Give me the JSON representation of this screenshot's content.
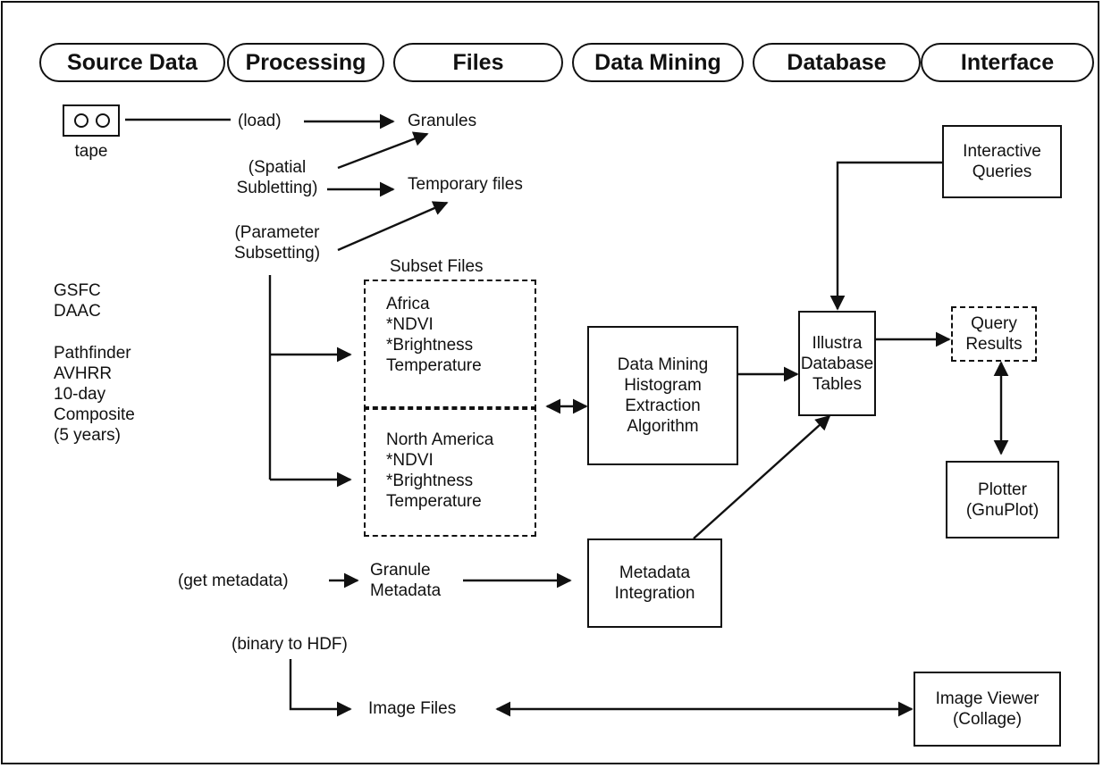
{
  "headers": {
    "source_data": "Source Data",
    "processing": "Processing",
    "files": "Files",
    "data_mining": "Data Mining",
    "database": "Database",
    "interface": "Interface"
  },
  "source": {
    "tape_label": "tape",
    "gsfc": "GSFC\nDAAC",
    "pathfinder": "Pathfinder\nAVHRR\n10-day\nComposite\n(5 years)"
  },
  "processing": {
    "load": "(load)",
    "spatial": "(Spatial\nSubletting)",
    "parameter": "(Parameter\nSubsetting)",
    "get_metadata": "(get metadata)",
    "binary_to_hdf": "(binary to HDF)"
  },
  "files": {
    "granules": "Granules",
    "temporary": "Temporary files",
    "subset_title": "Subset Files",
    "africa": "Africa\n*NDVI\n*Brightness\n Temperature",
    "north_america": "North America\n*NDVI\n*Brightness\n Temperature",
    "granule_metadata": "Granule\nMetadata",
    "image_files": "Image Files"
  },
  "data_mining": {
    "histogram": "Data Mining\nHistogram\nExtraction\nAlgorithm",
    "metadata_integration": "Metadata\nIntegration"
  },
  "database": {
    "illustra": "Illustra\nDatabase\nTables"
  },
  "interface": {
    "interactive_queries": "Interactive\nQueries",
    "query_results": "Query\nResults",
    "plotter": "Plotter\n(GnuPlot)",
    "image_viewer": "Image Viewer\n(Collage)"
  }
}
